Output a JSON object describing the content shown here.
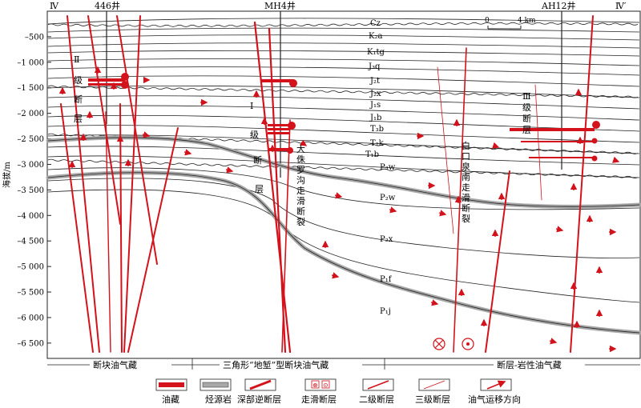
{
  "corners": {
    "left": "Ⅳ",
    "right": "Ⅳ′"
  },
  "wells": [
    {
      "label": "446井"
    },
    {
      "label": "MH4井"
    },
    {
      "label": "AH12井"
    }
  ],
  "y_axis": {
    "label": "海拔/m",
    "min": -6800,
    "max": 0,
    "ticks": [
      {
        "value": -500,
        "label": "–500"
      },
      {
        "value": -1000,
        "label": "–1 000"
      },
      {
        "value": -1500,
        "label": "–1 500"
      },
      {
        "value": -2000,
        "label": "–2 000"
      },
      {
        "value": -2500,
        "label": "–2 500"
      },
      {
        "value": -3000,
        "label": "–3 000"
      },
      {
        "value": -3500,
        "label": "–3 500"
      },
      {
        "value": -4000,
        "label": "–4 000"
      },
      {
        "value": -4500,
        "label": "–4 500"
      },
      {
        "value": -5000,
        "label": "–5 000"
      },
      {
        "value": -5500,
        "label": "–5 500"
      },
      {
        "value": -6000,
        "label": "–6 000"
      },
      {
        "value": -6500,
        "label": "–6 500"
      }
    ]
  },
  "scale_bar": {
    "start": "0",
    "end": "4 km"
  },
  "strata": [
    {
      "name": "Cz"
    },
    {
      "name": "K₂a"
    },
    {
      "name": "K₁tg"
    },
    {
      "name": "J₃q"
    },
    {
      "name": "J₂t"
    },
    {
      "name": "J₂x"
    },
    {
      "name": "J₁s"
    },
    {
      "name": "J₁b"
    },
    {
      "name": "T₃b"
    },
    {
      "name": "T₂k"
    },
    {
      "name": "T₁b"
    },
    {
      "name": "P₃w"
    },
    {
      "name": "P₂w"
    },
    {
      "name": "P₂x"
    },
    {
      "name": "P₁f"
    },
    {
      "name": "P₁j"
    }
  ],
  "fault_labels": {
    "secondary_left": [
      "Ⅱ",
      "级",
      "断",
      "层"
    ],
    "primary_mid": [
      "Ⅰ",
      "级",
      "断",
      "层"
    ],
    "tertiary_right": [
      "Ⅲ",
      "级",
      "断",
      "层"
    ]
  },
  "fault_names": {
    "dajingou": [
      "大",
      "侏",
      "罗",
      "沟",
      "走",
      "滑",
      "断",
      "裂"
    ],
    "baikouquan": [
      "白",
      "口",
      "泉",
      "南",
      "走",
      "滑",
      "断",
      "裂"
    ]
  },
  "reservoir_types": [
    {
      "label": "断块油气藏"
    },
    {
      "label": "三角形“地堑”型断块油气藏"
    },
    {
      "label": "断层-岩性油气藏"
    }
  ],
  "legend": [
    {
      "label": "油藏",
      "icon": "oil-reservoir-swatch"
    },
    {
      "label": "烃源岩",
      "icon": "source-rock-swatch"
    },
    {
      "label": "深部逆断层",
      "icon": "deep-thrust-swatch"
    },
    {
      "label": "走滑断层",
      "icon": "strike-slip-swatch"
    },
    {
      "label": "二级断层",
      "icon": "secondary-fault-swatch"
    },
    {
      "label": "三级断层",
      "icon": "tertiary-fault-swatch"
    },
    {
      "label": "油气运移方向",
      "icon": "migration-arrow-swatch"
    }
  ],
  "colors": {
    "fault": "#d3121b",
    "source_rock": "#a8a8a8",
    "line": "#222222"
  }
}
